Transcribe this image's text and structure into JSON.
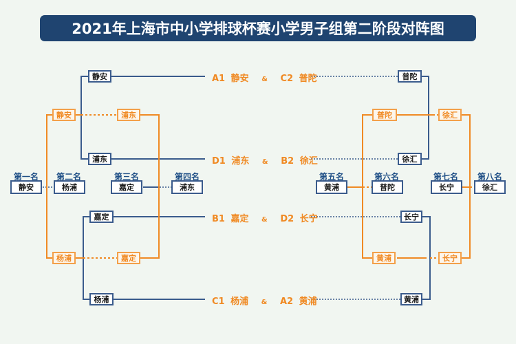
{
  "title": "2021年上海市中小学排球杯赛小学男子组第二阶段对阵图",
  "colors": {
    "title_bg": "#1f4470",
    "navy_line": "#3a5b8c",
    "orange_line": "#f08a24",
    "background": "#f1f6f1"
  },
  "matches": [
    {
      "seed1": "A1",
      "team1": "静安",
      "seed2": "C2",
      "team2": "普陀",
      "amp": "&"
    },
    {
      "seed1": "D1",
      "team1": "浦东",
      "seed2": "B2",
      "team2": "徐汇",
      "amp": "&"
    },
    {
      "seed1": "B1",
      "team1": "嘉定",
      "seed2": "D2",
      "team2": "长宁",
      "amp": "&"
    },
    {
      "seed1": "C1",
      "team1": "杨浦",
      "seed2": "A2",
      "team2": "黄浦",
      "amp": "&"
    }
  ],
  "left_bracket": {
    "round1": [
      "静安",
      "浦东",
      "嘉定",
      "杨浦"
    ],
    "semis_winners": [
      "静安",
      "杨浦"
    ],
    "semis_losers": [
      "浦东",
      "嘉定"
    ]
  },
  "right_bracket": {
    "round1": [
      "普陀",
      "徐汇",
      "长宁",
      "黄浦"
    ],
    "semis_winners": [
      "普陀",
      "黄浦"
    ],
    "semis_losers": [
      "徐汇",
      "长宁"
    ]
  },
  "rankings": [
    {
      "label": "第一名",
      "team": "静安"
    },
    {
      "label": "第二名",
      "team": "杨浦"
    },
    {
      "label": "第三名",
      "team": "嘉定"
    },
    {
      "label": "第四名",
      "team": "浦东"
    },
    {
      "label": "第五名",
      "team": "黄浦"
    },
    {
      "label": "第六名",
      "team": "普陀"
    },
    {
      "label": "第七名",
      "team": "长宁"
    },
    {
      "label": "第八名",
      "team": "徐汇"
    }
  ]
}
